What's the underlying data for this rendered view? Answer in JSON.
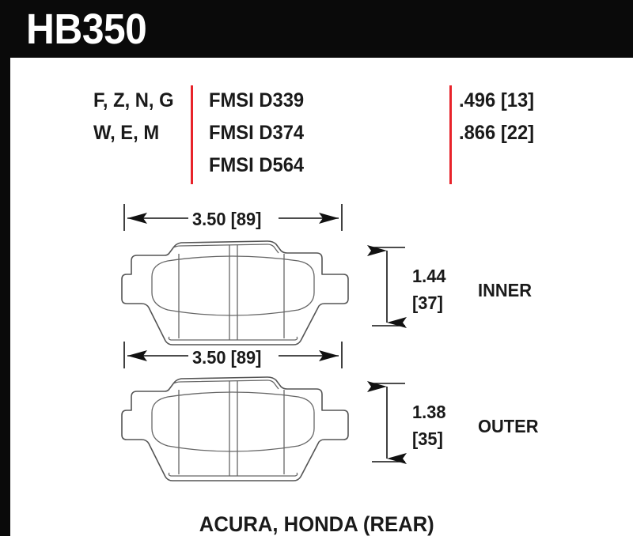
{
  "header": {
    "part_number": "HB350"
  },
  "specs": {
    "compound_codes_line1": "F, Z, N, G",
    "compound_codes_line2": "W, E, M",
    "fmsi": [
      "FMSI D339",
      "FMSI D374",
      "FMSI D564"
    ],
    "thickness": [
      ".496 [13]",
      ".866 [22]"
    ]
  },
  "pads": [
    {
      "position_label": "INNER",
      "width": "3.50 [89]",
      "height_inches": "1.44",
      "height_mm": "[37]"
    },
    {
      "position_label": "OUTER",
      "width": "3.50 [89]",
      "height_inches": "1.38",
      "height_mm": "[35]"
    }
  ],
  "caption": "ACURA, HONDA (REAR)",
  "colors": {
    "header_background": "#0a0a0a",
    "header_text": "#ffffff",
    "divider_red": "#e8232a",
    "line_art": "#4a4a4a",
    "text": "#1a1a1a"
  }
}
